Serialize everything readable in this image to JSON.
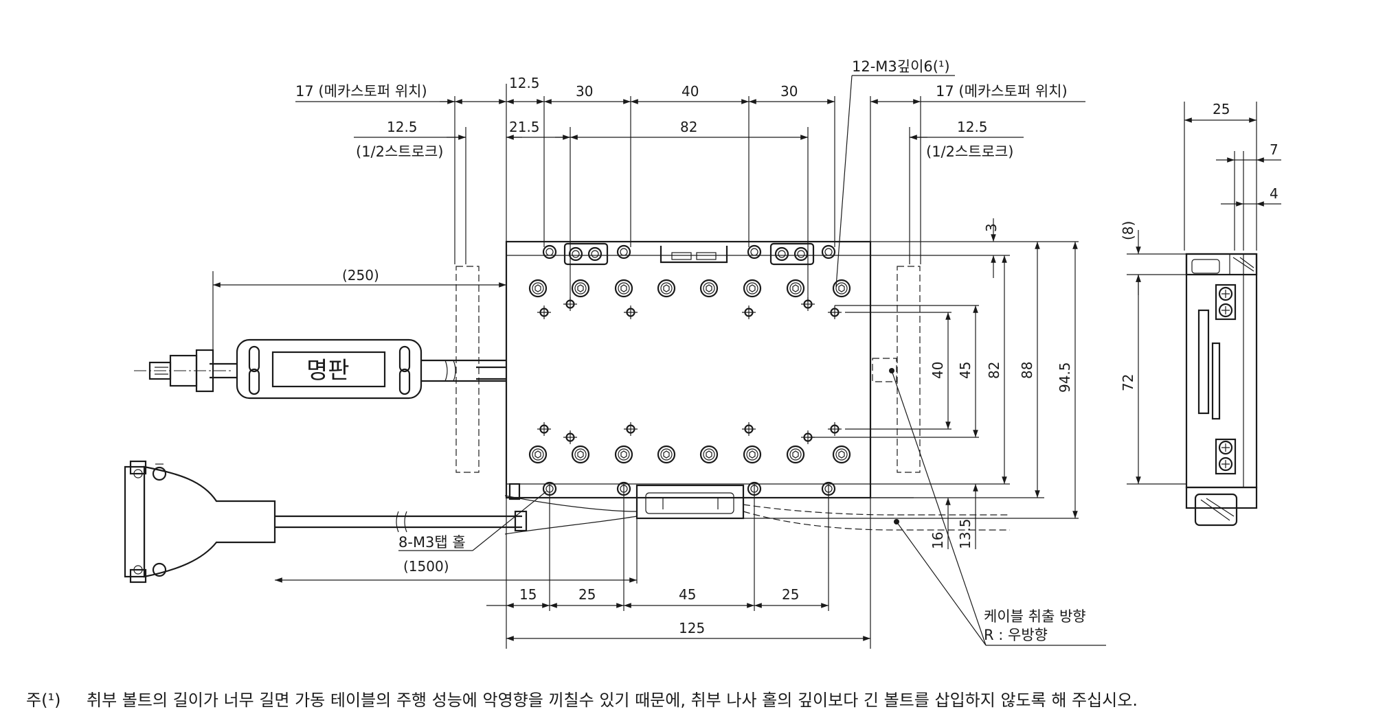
{
  "dimensions": {
    "left_stopper_17": "17 (메카스토퍼 위치)",
    "right_stopper_17": "17 (메카스토퍼 위치)",
    "left_half_stroke_val": "12.5",
    "left_half_stroke_note": "(1/2스트로크)",
    "right_half_stroke_val": "12.5",
    "right_half_stroke_note": "(1/2스트로크)",
    "top_12_5": "12.5",
    "top_30a": "30",
    "top_40": "40",
    "top_30b": "30",
    "top_21_5": "21.5",
    "top_82": "82",
    "holes_12m3": "12-M3깊이6(¹)",
    "cable_250": "(250)",
    "cable_1500": "(1500)",
    "taps_8m3": "8-M3탭 홀",
    "bottom_15": "15",
    "bottom_25a": "25",
    "bottom_45": "45",
    "bottom_25b": "25",
    "bottom_125": "125",
    "right_3": "3",
    "right_40": "40",
    "right_45": "45",
    "right_82": "82",
    "right_88": "88",
    "right_94_5": "94.5",
    "right_16": "16",
    "right_13_5": "13.5",
    "side_25": "25",
    "side_7": "7",
    "side_4": "4",
    "side_8": "(8)",
    "side_72": "72"
  },
  "labels": {
    "nameplate": "명판",
    "cable_direction": "케이블 취출 방향",
    "cable_direction_value": "R : 우방향"
  },
  "footnote": {
    "marker": "주(¹)",
    "text": "취부 볼트의 길이가 너무 길면 가동 테이블의 주행 성능에 악영향을 끼칠수 있기 때문에, 취부 나사 홀의 깊이보다 긴 볼트를 삽입하지 않도록 해 주십시오."
  }
}
